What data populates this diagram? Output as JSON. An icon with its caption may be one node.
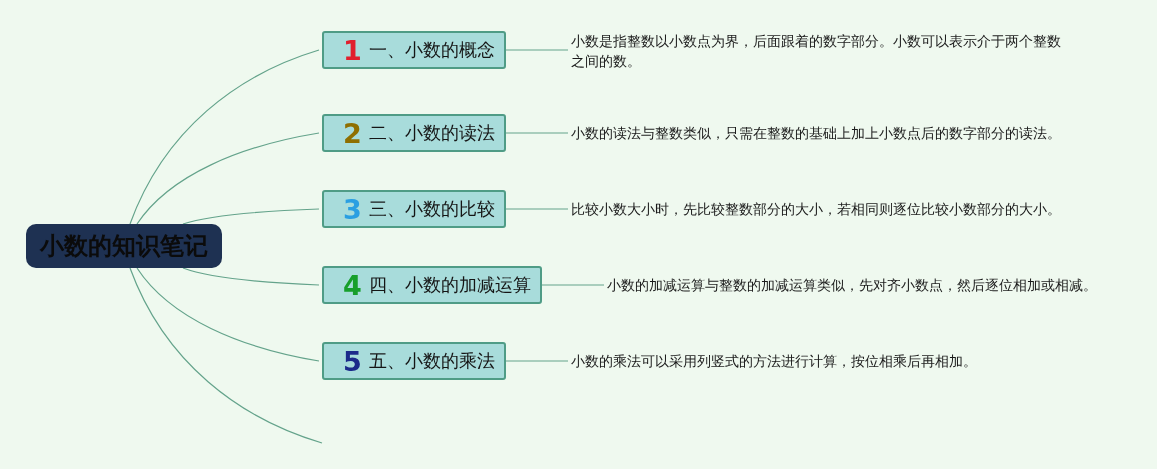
{
  "diagram": {
    "nodes": [
      {
        "text": [
          "小数的知识笔记"
        ]
      },
      {
        "text": [
          "1",
          "一、小数的概念"
        ]
      },
      {
        "text": [
          "小数是指整数以小数点为界，后面跟着的数字部分。小数可以表示介于两个整数之间的数。"
        ]
      },
      {
        "text": [
          "2",
          "二、小数的读法"
        ]
      },
      {
        "text": [
          "小数的读法与整数类似，只需在整数的基础上加上小数点后的数字部分的读法。"
        ]
      },
      {
        "text": [
          "3",
          "三、小数的比较"
        ]
      },
      {
        "text": [
          "比较小数大小时，先比较整数部分的大小，若相同则逐位比较小数部分的大小。"
        ]
      },
      {
        "text": [
          "4",
          "四、小数的加减运算"
        ]
      },
      {
        "text": [
          "小数的加减运算与整数的加减运算类似，先对齐小数点，然后逐位相加或相减。"
        ]
      },
      {
        "text": [
          "5",
          "五、小数的乘法"
        ]
      },
      {
        "text": [
          "小数的乘法可以采用列竖式的方法进行计算，按位相乘后再相加。"
        ]
      }
    ],
    "edges": [
      {
        "from": 0,
        "to": 1,
        "arrow": "none"
      },
      {
        "from": 1,
        "to": 2,
        "arrow": "none"
      },
      {
        "from": 0,
        "to": 3,
        "arrow": "none"
      },
      {
        "from": 3,
        "to": 4,
        "arrow": "none"
      },
      {
        "from": 0,
        "to": 5,
        "arrow": "none"
      },
      {
        "from": 5,
        "to": 6,
        "arrow": "none"
      },
      {
        "from": 0,
        "to": 7,
        "arrow": "none"
      },
      {
        "from": 7,
        "to": 8,
        "arrow": "none"
      },
      {
        "from": 0,
        "to": 9,
        "arrow": "none"
      },
      {
        "from": 9,
        "to": 10,
        "arrow": "none"
      },
      {
        "from": 0,
        "to": null,
        "arrow": "none"
      }
    ]
  }
}
